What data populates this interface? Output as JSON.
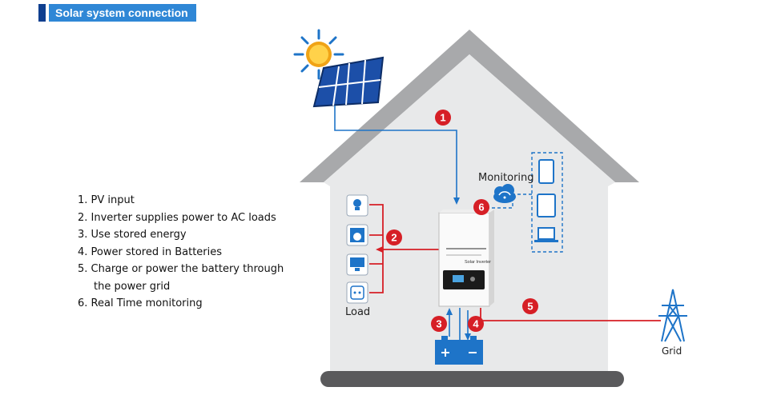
{
  "header": {
    "title": "Solar system connection"
  },
  "legend": {
    "items": [
      "1. PV input",
      "2. Inverter supplies power to AC loads",
      "3. Use stored energy",
      "4. Power stored in Batteries",
      "5. Charge or power the battery through",
      "the power grid",
      "6. Real Time monitoring"
    ]
  },
  "labels": {
    "monitoring": "Monitoring",
    "load": "Load",
    "grid": "Grid",
    "inverter_brand": "Solar Inverter"
  },
  "badges": [
    "1",
    "2",
    "3",
    "4",
    "5",
    "6"
  ],
  "icons": [
    "sun-icon",
    "solar-panel-icon",
    "wifi-cloud-icon",
    "smartphone-icon",
    "tablet-icon",
    "laptop-icon",
    "light-bulb-icon",
    "washing-machine-icon",
    "monitor-icon",
    "power-socket-icon",
    "battery-icon",
    "transmission-tower-icon"
  ],
  "colors": {
    "accent": "#2f87d6",
    "flow_red": "#d61f26",
    "flow_blue": "#1e74c8",
    "house": "#e8e9ea",
    "roof": "#a8a9ab"
  }
}
